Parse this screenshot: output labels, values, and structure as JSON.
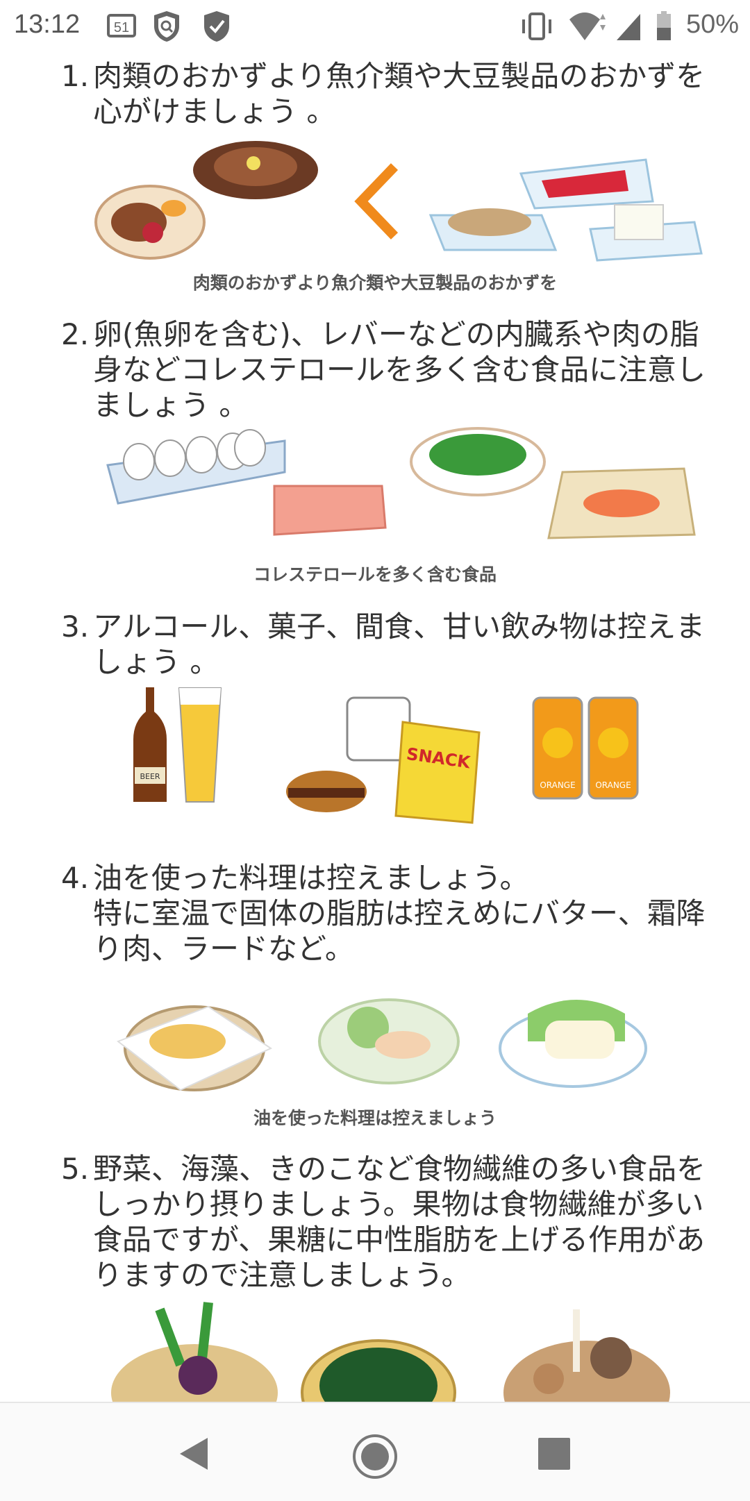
{
  "status_bar": {
    "time": "13:12",
    "battery": "50%",
    "notification_badge": "51",
    "icons": [
      "calendar-icon",
      "shield-search-icon",
      "shield-check-icon",
      "vibrate-icon",
      "wifi-icon",
      "signal-icon",
      "battery-icon"
    ]
  },
  "items": [
    {
      "number": "1.",
      "lines": [
        "肉類のおかずより魚介類や大豆製品のおかずを",
        "心がけましょう 。"
      ],
      "caption": "肉類のおかずより魚介類や大豆製品のおかずを"
    },
    {
      "number": "2.",
      "lines": [
        "卵(魚卵を含む)、レバーなどの内臓系や肉の脂",
        "身などコレステロールを多く含む食品に注意し",
        "ましょう 。"
      ],
      "caption": "コレステロールを多く含む食品"
    },
    {
      "number": "3.",
      "lines": [
        "アルコール、菓子、間食、甘い飲み物は控えま",
        "しょう 。"
      ],
      "caption": ""
    },
    {
      "number": "4.",
      "lines": [
        "油を使った料理は控えましょう。",
        "特に室温で固体の脂肪は控えめにバター、霜降",
        "り肉、ラードなど。"
      ],
      "caption": "油を使った料理は控えましょう"
    },
    {
      "number": "5.",
      "lines": [
        "野菜、海藻、きのこなど食物繊維の多い食品を",
        "しっかり摂りましょう。果物は食物繊維が多い",
        "食品ですが、果糖に中性脂肪を上げる作用があ",
        "りますので注意しましょう。"
      ],
      "caption": ""
    }
  ],
  "illustration_labels": {
    "beer": "BEER",
    "snack": "SNACK",
    "orange": "ORANGE"
  },
  "nav": {
    "buttons": [
      "back",
      "home",
      "recents"
    ]
  },
  "colors": {
    "text": "#333333",
    "caption": "#555555",
    "accent_arrow": "#f08a1c"
  }
}
